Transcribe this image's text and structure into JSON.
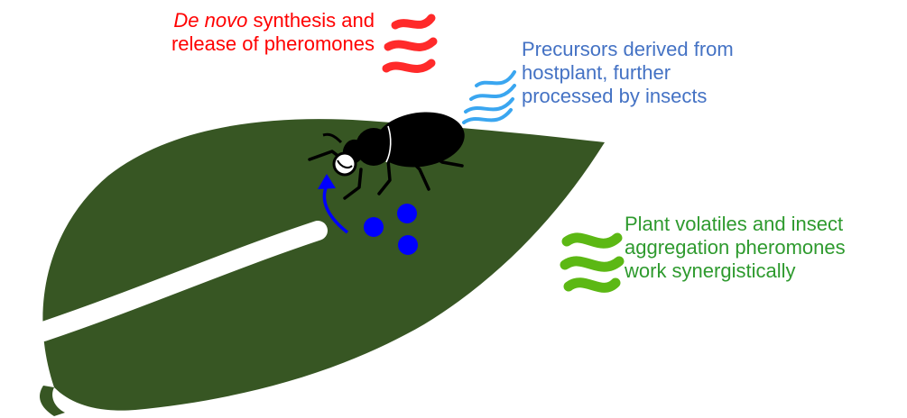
{
  "labels": {
    "de_novo": {
      "italic": "De novo",
      "rest": " synthesis and",
      "line2": "release of pheromones"
    },
    "precursors": {
      "line1": "Precursors derived from",
      "line2": "hostplant, further",
      "line3": "processed by insects"
    },
    "plant_volatiles": {
      "line1": "Plant volatiles and insect",
      "line2": "aggregation pheromones",
      "line3": "work synergistically"
    }
  },
  "colors": {
    "leaf": "#375623",
    "vein": "#ffffff",
    "beetle": "#000000",
    "red_text": "#ff0000",
    "blue_text": "#4472c4",
    "green_text": "#2e9a2e",
    "red_waves": "#ff2a2a",
    "blue_waves": "#3aa6f0",
    "green_waves": "#5cb814",
    "dots": "#0000ff",
    "arrow": "#0000ff"
  },
  "icons": [
    "red-waves-icon",
    "blue-waves-icon",
    "green-waves-icon",
    "beetle-icon",
    "curved-arrow-icon"
  ]
}
